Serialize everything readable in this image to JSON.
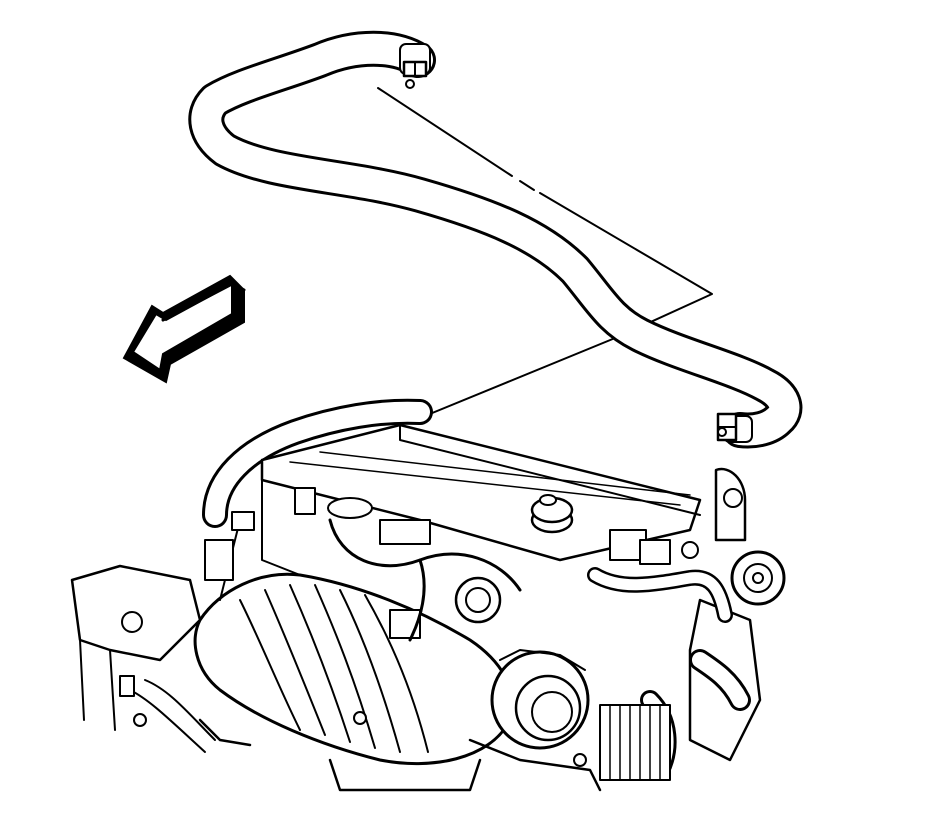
{
  "diagram": {
    "kind": "technical line illustration",
    "ink_color": "#000000",
    "paper_color": "#ffffff",
    "callout_labels": [],
    "parts": [
      {
        "id": "heater-hose",
        "icon": "hose-icon"
      },
      {
        "id": "hose-clamp-upper",
        "icon": "clamp-icon"
      },
      {
        "id": "hose-clamp-lower",
        "icon": "clamp-icon"
      },
      {
        "id": "engine-assembly",
        "icon": "engine-icon"
      },
      {
        "id": "direction-arrow",
        "icon": "arrow-front-icon"
      }
    ]
  }
}
